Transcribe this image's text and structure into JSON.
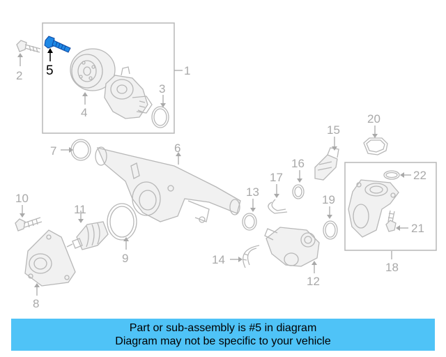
{
  "diagram": {
    "highlight_color": "#1e88e5",
    "callouts": [
      {
        "id": "1",
        "label": "1"
      },
      {
        "id": "2",
        "label": "2"
      },
      {
        "id": "3",
        "label": "3"
      },
      {
        "id": "4",
        "label": "4"
      },
      {
        "id": "5",
        "label": "5",
        "highlighted": true
      },
      {
        "id": "6",
        "label": "6"
      },
      {
        "id": "7",
        "label": "7"
      },
      {
        "id": "8",
        "label": "8"
      },
      {
        "id": "9",
        "label": "9"
      },
      {
        "id": "10",
        "label": "10"
      },
      {
        "id": "11",
        "label": "11"
      },
      {
        "id": "12",
        "label": "12"
      },
      {
        "id": "13",
        "label": "13"
      },
      {
        "id": "14",
        "label": "14"
      },
      {
        "id": "15",
        "label": "15"
      },
      {
        "id": "16",
        "label": "16"
      },
      {
        "id": "17",
        "label": "17"
      },
      {
        "id": "18",
        "label": "18"
      },
      {
        "id": "19",
        "label": "19"
      },
      {
        "id": "20",
        "label": "20"
      },
      {
        "id": "21",
        "label": "21"
      },
      {
        "id": "22",
        "label": "22"
      }
    ]
  },
  "banner": {
    "line1": "Part or sub-assembly is #5 in diagram",
    "line2": "Diagram may not be specific to your vehicle",
    "background": "#4fc3f7"
  }
}
